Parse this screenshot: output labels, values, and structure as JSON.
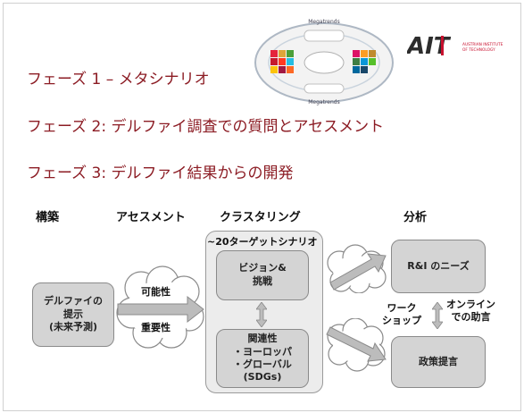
{
  "phases": {
    "p1": "フェーズ 1 – メタシナリオ",
    "p2": "フェーズ 2: デルファイ調査での質問とアセスメント",
    "p3": "フェーズ 3: デルファイ結果からの開発"
  },
  "headers": {
    "build": "構築",
    "assess": "アセスメント",
    "cluster": "クラスタリング",
    "analysis": "分析"
  },
  "left_box": "デルファイの\n提示\n(未来予測)",
  "arrow_labels": {
    "feasibility": "可能性",
    "importance": "重要性"
  },
  "cluster_panel": {
    "title": "~20ターゲットシナリオ",
    "vision": "ビジョン&\n挑戦",
    "relevance": "関連性\n・ヨーロッパ\n・グローバル\n(SDGs)"
  },
  "right": {
    "needs": "R&I のニーズ",
    "workshop": "ワーク\nショップ",
    "online": "オンライン\nでの助言",
    "policy": "政策提言"
  },
  "logo": {
    "mark": "AIT",
    "sub": "AUSTRIAN INSTITUTE\nOF TECHNOLOGY"
  },
  "figure": {
    "top_label": "Megatrends",
    "bottom_label": "Megatrends"
  },
  "colors": {
    "phase_text": "#8c1c24",
    "logo_red": "#c8102e",
    "box_fill": "#d4d4d4"
  }
}
